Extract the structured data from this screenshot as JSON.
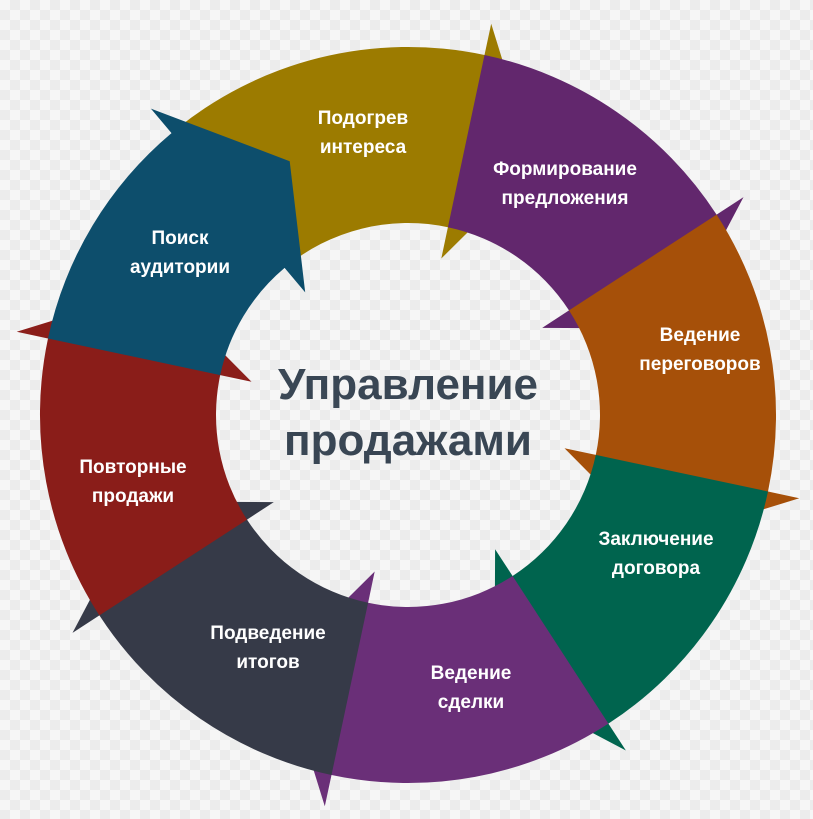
{
  "title": {
    "line1": "Управление",
    "line2": "продажами"
  },
  "stages": [
    {
      "line1": "Подогрев",
      "line2": "интереса",
      "color": "#9c7b00"
    },
    {
      "line1": "Формирование",
      "line2": "предложения",
      "color": "#62276d"
    },
    {
      "line1": "Ведение",
      "line2": "переговоров",
      "color": "#a65009"
    },
    {
      "line1": "Заключение",
      "line2": "договора",
      "color": "#00644e"
    },
    {
      "line1": "Ведение",
      "line2": "сделки",
      "color": "#6a2f78"
    },
    {
      "line1": "Подведение",
      "line2": "итогов",
      "color": "#363a48"
    },
    {
      "line1": "Повторные",
      "line2": "продажи",
      "color": "#8a1d19"
    },
    {
      "line1": "Поиск",
      "line2": "аудитории",
      "color": "#0d4e6c"
    }
  ]
}
